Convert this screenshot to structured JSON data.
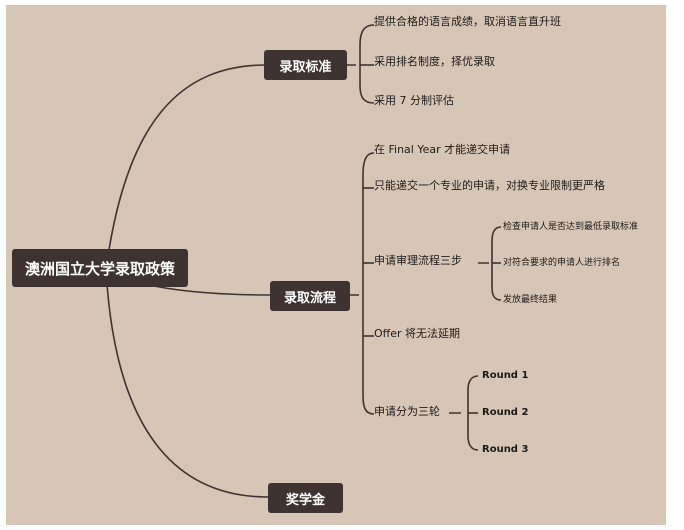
{
  "root": "澳洲国立大学录取政策",
  "branches": [
    {
      "label": "录取标准",
      "items": [
        {
          "label": "提供合格的语言成绩，取消语言直升班"
        },
        {
          "label": "采用排名制度，择优录取"
        },
        {
          "label": "采用 7 分制评估"
        }
      ]
    },
    {
      "label": "录取流程",
      "items": [
        {
          "label": "在 Final Year 才能递交申请"
        },
        {
          "label": "只能递交一个专业的申请，对换专业限制更严格"
        },
        {
          "label": "申请审理流程三步",
          "children": [
            "检查申请人是否达到最低录取标准",
            "对符合要求的申请人进行排名",
            "发放最终结果"
          ]
        },
        {
          "label": "Offer 将无法延期"
        },
        {
          "label": "申请分为三轮",
          "children": [
            "Round 1",
            "Round 2",
            "Round 3"
          ]
        }
      ]
    },
    {
      "label": "奖学金",
      "items": []
    }
  ]
}
